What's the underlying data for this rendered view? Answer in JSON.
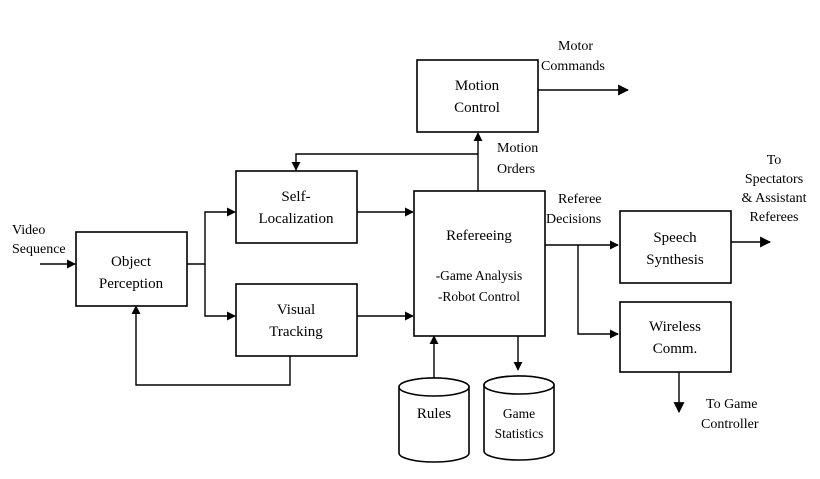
{
  "blocks": {
    "object_perception": [
      "Object",
      "Perception"
    ],
    "self_localization": [
      "Self-",
      "Localization"
    ],
    "visual_tracking": [
      "Visual",
      "Tracking"
    ],
    "motion_control": [
      "Motion",
      "Control"
    ],
    "refereeing": {
      "title": "Refereeing",
      "line1": "-Game Analysis",
      "line2": "-Robot Control"
    },
    "speech_synthesis": [
      "Speech",
      "Synthesis"
    ],
    "wireless_comm": [
      "Wireless",
      "Comm."
    ]
  },
  "databases": {
    "rules": "Rules",
    "game_statistics": [
      "Game",
      "Statistics"
    ]
  },
  "labels": {
    "video_sequence": [
      "Video",
      "Sequence"
    ],
    "motor_commands": [
      "Motor",
      "Commands"
    ],
    "motion_orders": [
      "Motion",
      "Orders"
    ],
    "referee_decisions": [
      "Referee",
      "Decisions"
    ],
    "to_spectators": [
      "To",
      "Spectators",
      "& Assistant",
      "Referees"
    ],
    "to_game_controller": [
      "To Game",
      "Controller"
    ]
  }
}
